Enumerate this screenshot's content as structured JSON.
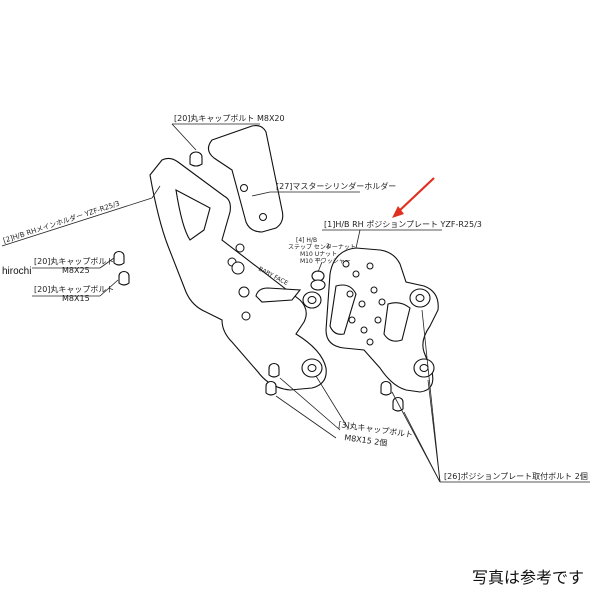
{
  "labels": {
    "bolt_m8x20": "[20]丸キャップボルト M8X20",
    "master_cylinder_holder": "[27]マスターシリンダーホルダー",
    "rh_main_holder": "[2]H/B RHメインホルダー YZF-R25/3",
    "bolt_m8x25_a": "[20]丸キャップボルト",
    "bolt_m8x25_b": "M8X25",
    "bolt_m8x15_a": "[20]丸キャップボルト",
    "bolt_m8x15_b": "M8X15",
    "position_plate": "[1]H/B RH ポジションプレート YZF-R25/3",
    "nut_1": "[4] H/B",
    "nut_2": "ステップ センターナット",
    "nut_3": "M10 Uナット",
    "nut_4": "M10 平ワッシャー",
    "nut_5": "2",
    "bolt_3_a": "[3]丸キャップボルト",
    "bolt_3_b": "M8X15 2個",
    "plate_bolt": "[26]ポジションプレート取付ボルト 2個",
    "plate_print": "BABY FACE"
  },
  "watermark": "hirochi",
  "footer": "写真は参考です",
  "colors": {
    "arrow": "#e03020",
    "line": "#222222"
  },
  "icons": {
    "arrow": "red-arrow-icon"
  }
}
